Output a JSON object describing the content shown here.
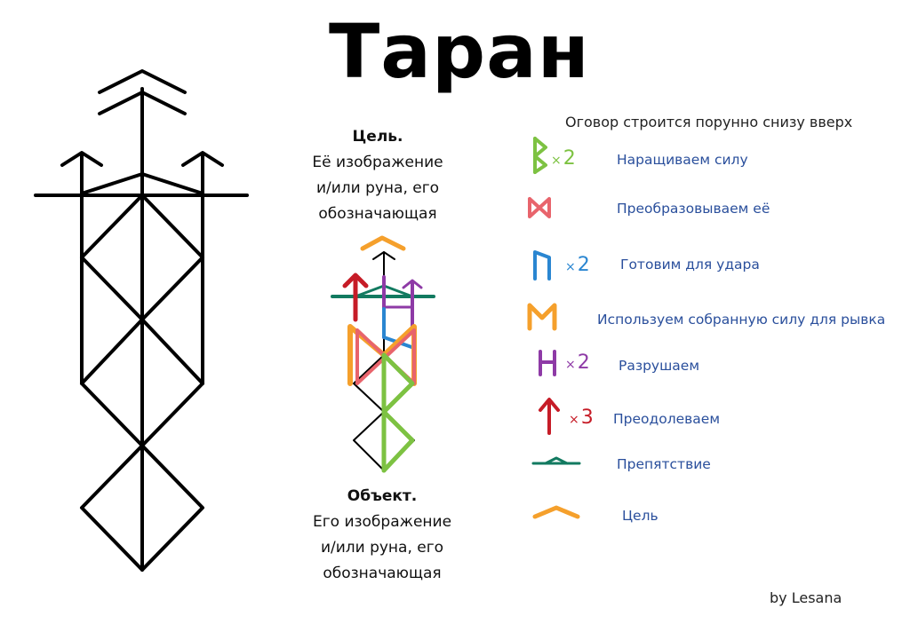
{
  "title": "Таран",
  "captions": {
    "target": [
      "Цель.",
      "Её изображение",
      "и/или руна, его",
      "обозначающая"
    ],
    "object": [
      "Объект.",
      "Его изображение",
      "и/или руна, его",
      "обозначающая"
    ]
  },
  "legend": {
    "header": "Оговор строится порунно снизу вверх",
    "items": [
      {
        "label": "Наращиваем силу",
        "rune": "berkana-icon",
        "multiplier": "2",
        "color": "#7dc242"
      },
      {
        "label": "Преобразовываем её",
        "rune": "dagaz-icon",
        "multiplier": "",
        "color": "#e8646c"
      },
      {
        "label": "Готовим для удара",
        "rune": "uruz-icon",
        "multiplier": "2",
        "color": "#2a86d1"
      },
      {
        "label": "Используем собранную силу для рывка",
        "rune": "ehwaz-icon",
        "multiplier": "",
        "color": "#f5a02c"
      },
      {
        "label": "Разрушаем",
        "rune": "hagalaz-icon",
        "multiplier": "2",
        "color": "#8e3aa6"
      },
      {
        "label": "Преодолеваем",
        "rune": "teiwaz-icon",
        "multiplier": "3",
        "color": "#c61c27"
      },
      {
        "label": "Препятствие",
        "rune": "obstacle-icon",
        "multiplier": "",
        "color": "#127a60"
      },
      {
        "label": "Цель",
        "rune": "target-chevron-icon",
        "multiplier": "",
        "color": "#f5a02c"
      }
    ]
  },
  "credit": "by Lesana"
}
